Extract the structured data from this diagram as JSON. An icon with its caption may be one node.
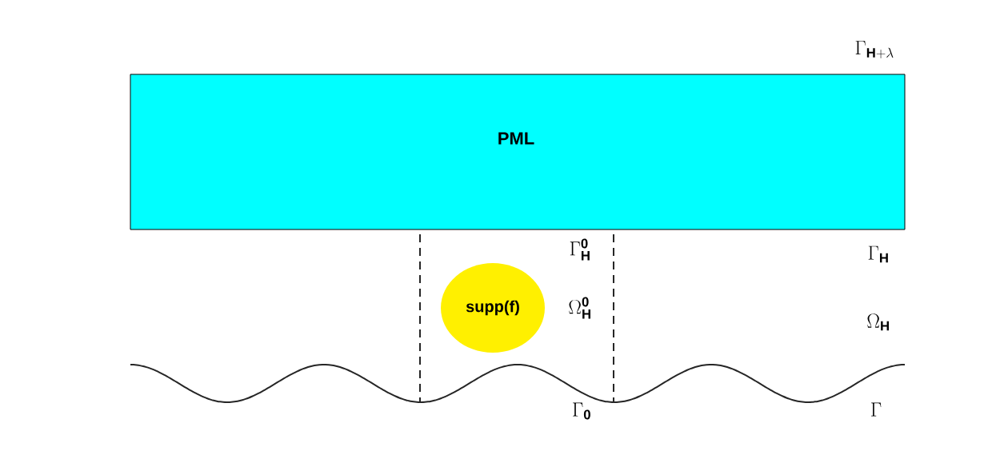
{
  "diagram": {
    "nodes": [
      {
        "text": [
          "PML"
        ]
      },
      {
        "text": [
          "supp(f)"
        ]
      }
    ],
    "labels": [
      "\\Gamma_{\\mathbf{H+\\lambda}}",
      "\\Gamma_{\\mathbf{H}}^{\\mathbf{0}}",
      "\\Gamma_{\\mathbf{H}}",
      "\\Omega_{\\mathbf{H}}^{\\mathbf{0}}",
      "\\Omega_{\\mathbf{H}}",
      "\\Gamma_{\\mathbf{0}}",
      "\\Gamma"
    ]
  }
}
